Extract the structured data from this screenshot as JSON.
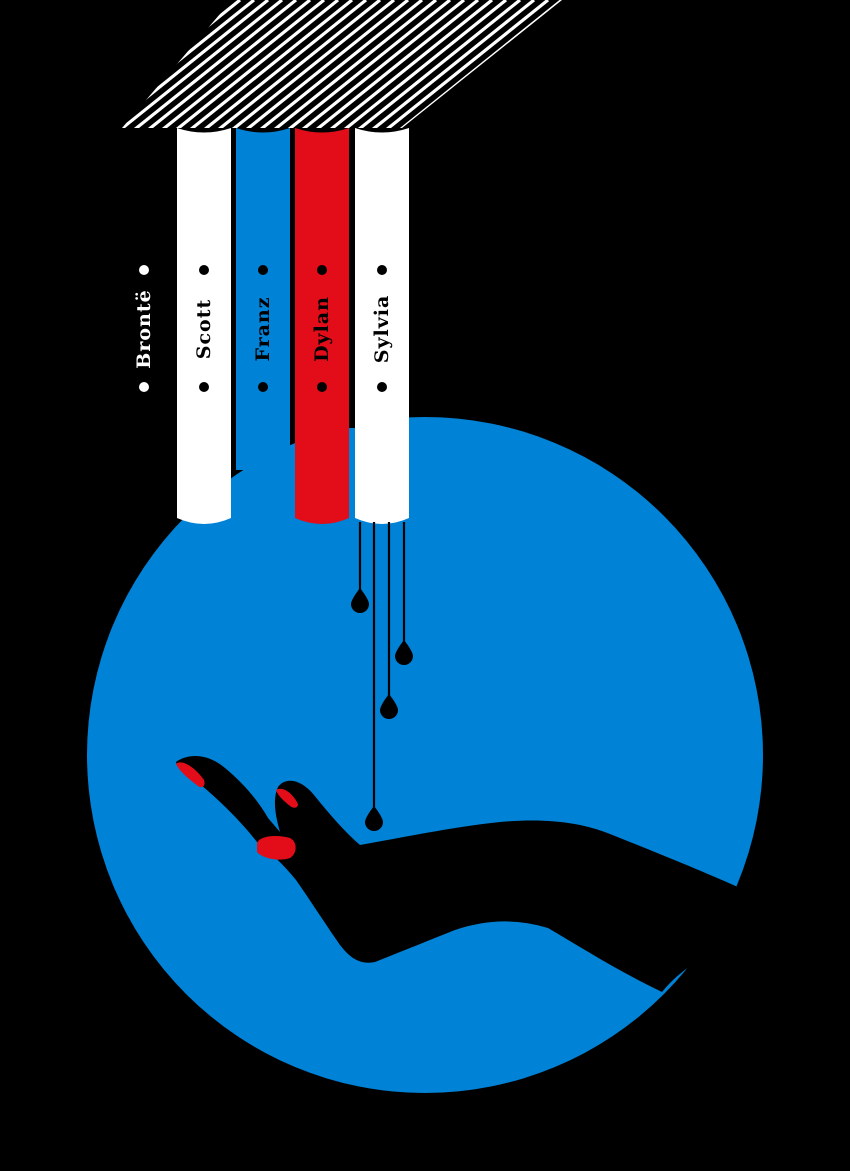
{
  "colors": {
    "background": "#000000",
    "circle": "#0082d6",
    "book_white": "#ffffff",
    "book_blue": "#0082d6",
    "book_red": "#e20d18",
    "ink": "#000000",
    "nail_red": "#e20d18"
  },
  "books": [
    {
      "name": "Brontë",
      "color": "black",
      "text_color": "#ffffff"
    },
    {
      "name": "Scott",
      "color": "white",
      "text_color": "#000000"
    },
    {
      "name": "Franz",
      "color": "blue",
      "text_color": "#000000"
    },
    {
      "name": "Dylan",
      "color": "red",
      "text_color": "#000000"
    },
    {
      "name": "Sylvia",
      "color": "white",
      "text_color": "#000000"
    }
  ],
  "icons": [
    "book-spine-icon",
    "ink-drop-icon",
    "hand-icon",
    "striped-page-block-icon"
  ]
}
